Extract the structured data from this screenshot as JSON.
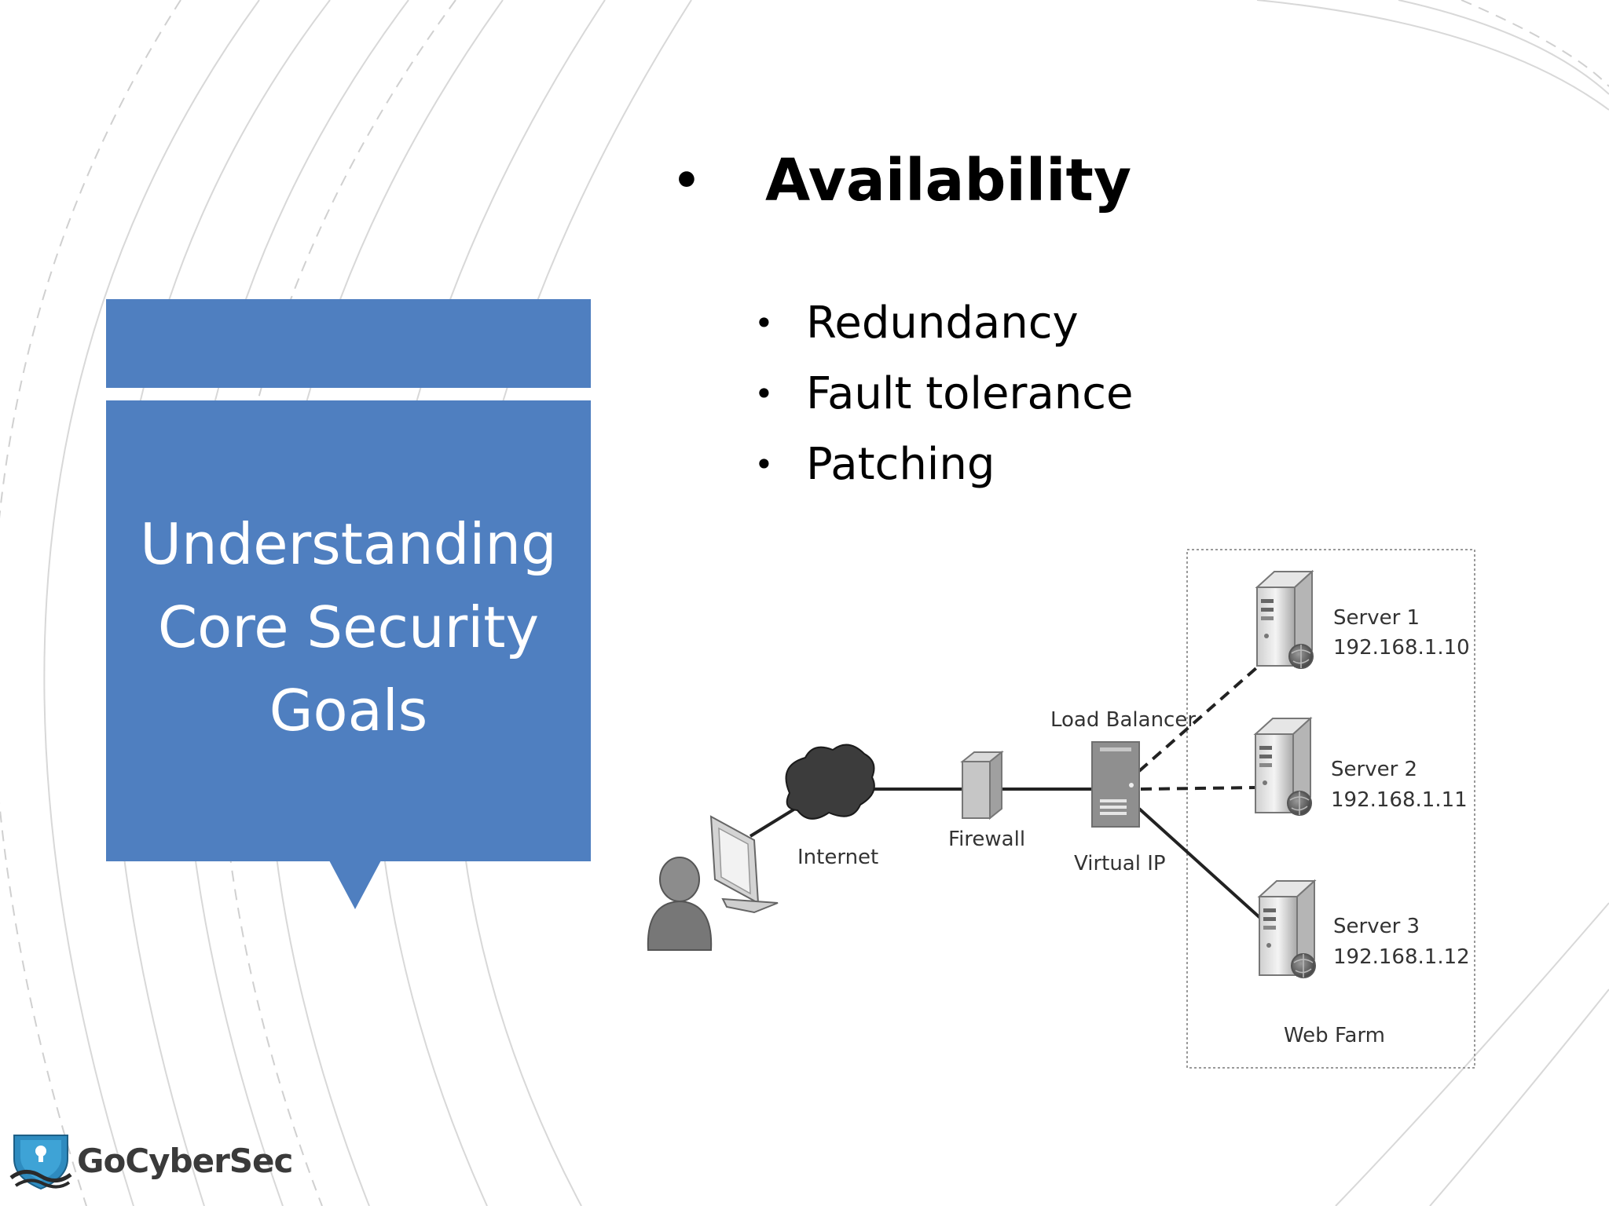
{
  "slide": {
    "title_lines": [
      "Understanding",
      "Core Security",
      "Goals"
    ],
    "heading": "Availability",
    "bullets": [
      "Redundancy",
      "Fault tolerance",
      "Patching"
    ]
  },
  "diagram": {
    "internet": "Internet",
    "firewall": "Firewall",
    "load_balancer": "Load Balancer",
    "virtual_ip": "Virtual IP",
    "web_farm": "Web Farm",
    "servers": [
      {
        "name": "Server 1",
        "ip": "192.168.1.10"
      },
      {
        "name": "Server 2",
        "ip": "192.168.1.11"
      },
      {
        "name": "Server 3",
        "ip": "192.168.1.12"
      }
    ]
  },
  "logo": {
    "text": "GoCyberSec"
  },
  "colors": {
    "accent": "#4f7fc0",
    "text": "#000000",
    "diagram_gray": "#8a8a8a"
  }
}
